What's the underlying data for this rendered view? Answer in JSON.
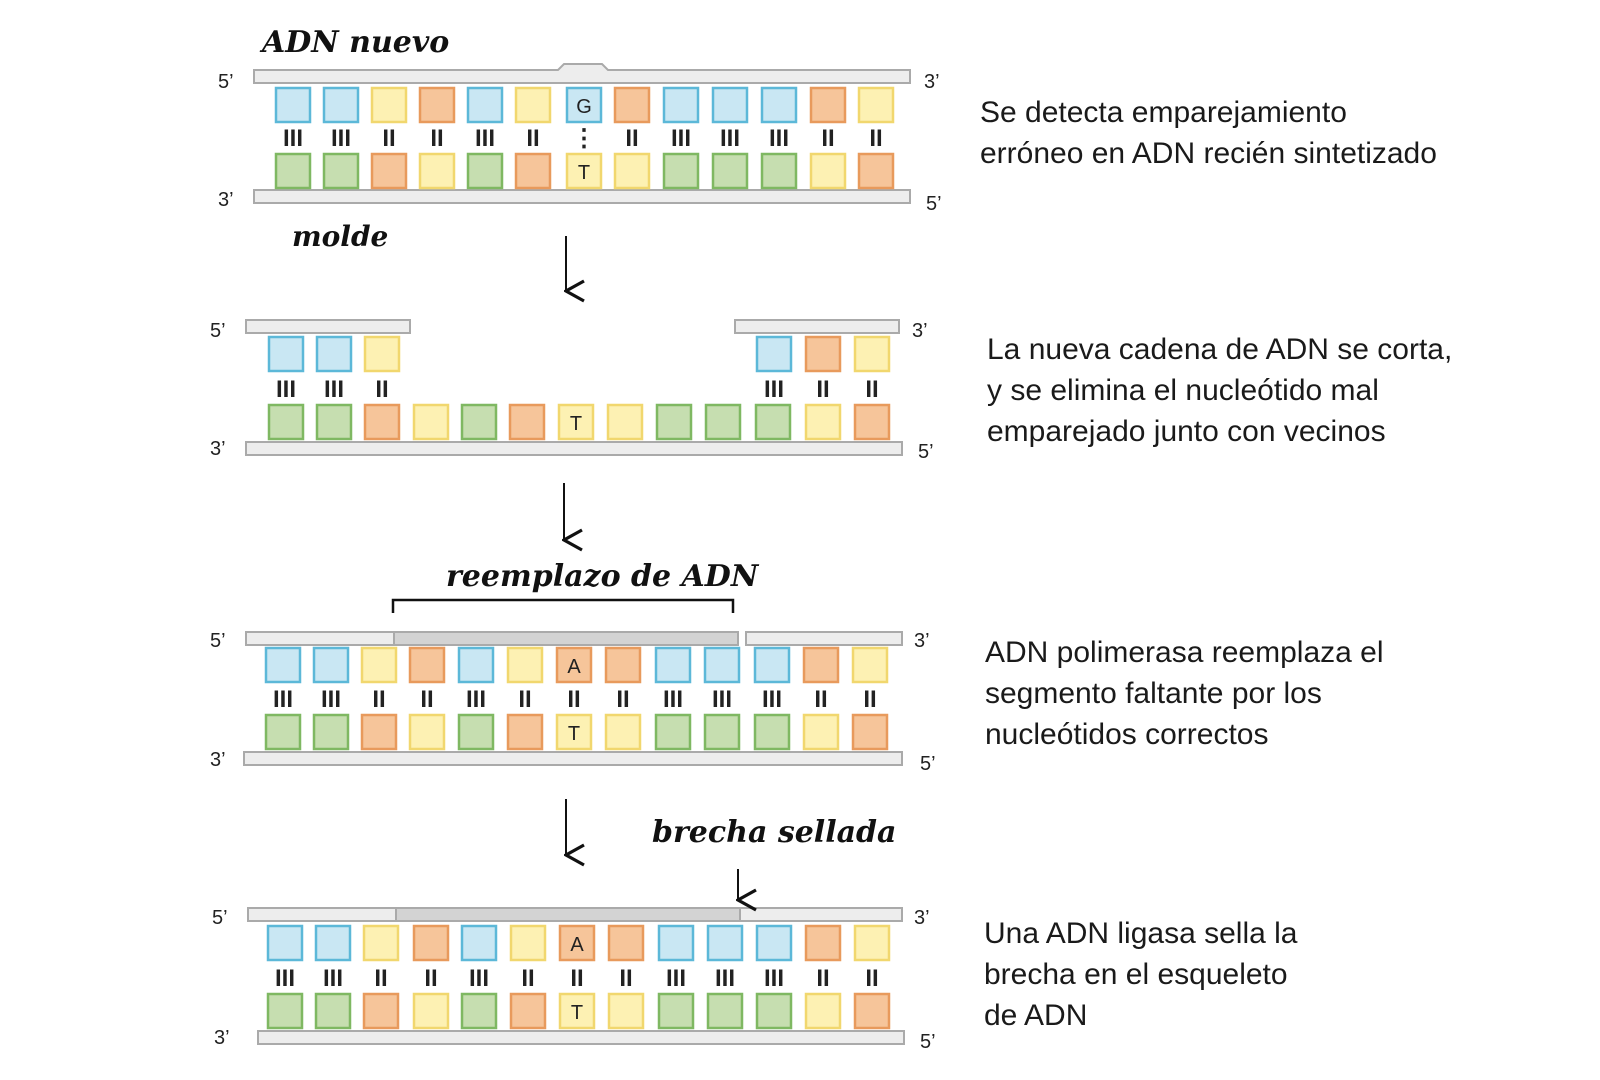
{
  "colors": {
    "blue_fill": "#c9e7f3",
    "blue_stroke": "#5cb8d8",
    "yellow_fill": "#fdf1b3",
    "yellow_stroke": "#f1d76e",
    "orange_fill": "#f6c59a",
    "orange_stroke": "#e89a5c",
    "green_fill": "#c6deb0",
    "green_stroke": "#7fb862",
    "backbone_fill": "#ededed",
    "backbone_stroke": "#aaaaaa",
    "new_segment_fill": "#d3d3d3"
  },
  "strand_ends": {
    "five_prime": "5’",
    "three_prime": "3’"
  },
  "labels": {
    "new_dna": "ADN nuevo",
    "template": "molde",
    "replacement": "reemplazo de ADN",
    "gap_sealed": "brecha sellada"
  },
  "steps": [
    {
      "top_colors": [
        "blue",
        "blue",
        "yellow",
        "orange",
        "blue",
        "yellow",
        "blue",
        "orange",
        "blue",
        "blue",
        "blue",
        "orange",
        "yellow"
      ],
      "bottom_colors": [
        "green",
        "green",
        "orange",
        "yellow",
        "green",
        "orange",
        "yellow",
        "yellow",
        "green",
        "green",
        "green",
        "yellow",
        "orange"
      ],
      "bonds": [
        "III",
        "III",
        "II",
        "II",
        "III",
        "II",
        "⋮",
        "II",
        "III",
        "III",
        "III",
        "II",
        "II"
      ],
      "top_letter": "G",
      "bottom_letter": "T",
      "letter_index": 6,
      "description": [
        "Se detecta emparejamiento",
        "erróneo en ADN recién sintetizado"
      ]
    },
    {
      "top_left_colors": [
        "blue",
        "blue",
        "yellow"
      ],
      "top_right_colors": [
        "blue",
        "orange",
        "yellow"
      ],
      "bottom_colors": [
        "green",
        "green",
        "orange",
        "yellow",
        "green",
        "orange",
        "yellow",
        "yellow",
        "green",
        "green",
        "green",
        "yellow",
        "orange"
      ],
      "bonds_left": [
        "III",
        "III",
        "II"
      ],
      "bonds_right": [
        "III",
        "II",
        "II"
      ],
      "bottom_letter": "T",
      "letter_index": 6,
      "description": [
        "La nueva cadena de ADN se corta,",
        "y se elimina el nucleótido mal",
        "emparejado junto con vecinos"
      ]
    },
    {
      "top_colors": [
        "blue",
        "blue",
        "yellow",
        "orange",
        "blue",
        "yellow",
        "orange",
        "orange",
        "blue",
        "blue",
        "blue",
        "orange",
        "yellow"
      ],
      "bottom_colors": [
        "green",
        "green",
        "orange",
        "yellow",
        "green",
        "orange",
        "yellow",
        "yellow",
        "green",
        "green",
        "green",
        "yellow",
        "orange"
      ],
      "bonds": [
        "III",
        "III",
        "II",
        "II",
        "III",
        "II",
        "II",
        "II",
        "III",
        "III",
        "III",
        "II",
        "II"
      ],
      "top_letter": "A",
      "bottom_letter": "T",
      "letter_index": 6,
      "description": [
        "ADN polimerasa reemplaza el",
        "segmento faltante por los",
        "nucleótidos correctos"
      ]
    },
    {
      "top_colors": [
        "blue",
        "blue",
        "yellow",
        "orange",
        "blue",
        "yellow",
        "orange",
        "orange",
        "blue",
        "blue",
        "blue",
        "orange",
        "yellow"
      ],
      "bottom_colors": [
        "green",
        "green",
        "orange",
        "yellow",
        "green",
        "orange",
        "yellow",
        "yellow",
        "green",
        "green",
        "green",
        "yellow",
        "orange"
      ],
      "bonds": [
        "III",
        "III",
        "II",
        "II",
        "III",
        "II",
        "II",
        "II",
        "III",
        "III",
        "III",
        "II",
        "II"
      ],
      "top_letter": "A",
      "bottom_letter": "T",
      "letter_index": 6,
      "description": [
        "Una ADN ligasa sella la",
        "brecha  en el esqueleto",
        "de ADN"
      ]
    }
  ],
  "arrows": [
    "down-arrow",
    "down-arrow",
    "down-arrow"
  ]
}
